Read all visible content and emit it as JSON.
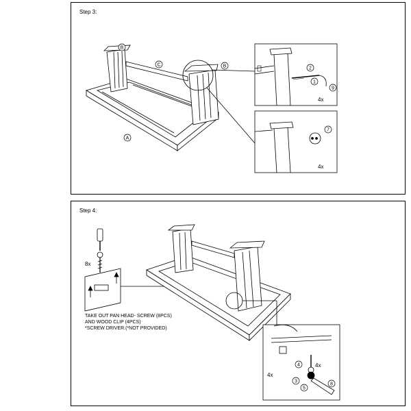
{
  "step3": {
    "title": "Step 3:",
    "part_labels": {
      "A": "A",
      "B_left": "B",
      "B_right": "B",
      "C": "C"
    },
    "detail_top": {
      "item1": "1",
      "item2": "2",
      "item9": "9",
      "count": "4x"
    },
    "detail_bottom": {
      "item7": "7",
      "count": "4x"
    }
  },
  "step4": {
    "title": "Step 4:",
    "tool_count": "8x",
    "note": {
      "line1": "TAKE OUT PAN HEAD- SCREW (8PCS)",
      "line2": "AND WOOD CLIP (4PCS)",
      "line3": "*SCREW DRIVER.(*NOT PROVIDED)"
    },
    "detail": {
      "item3": "3",
      "item4": "4",
      "item5": "5",
      "item8": "8",
      "count_left": "4x",
      "count_right": "4x"
    }
  },
  "colors": {
    "line": "#000000",
    "background": "#ffffff"
  }
}
